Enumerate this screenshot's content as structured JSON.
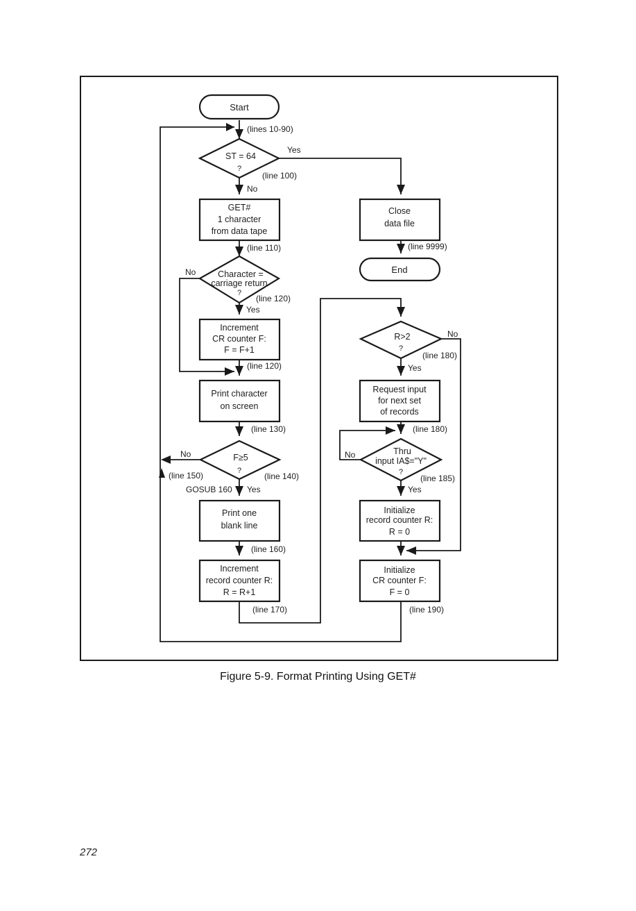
{
  "figure": {
    "caption": "Figure 5-9. Format Printing Using GET#",
    "page_number": "272"
  },
  "nodes": {
    "start": "Start",
    "st_decision": [
      "ST = 64",
      "?"
    ],
    "get_char": [
      "GET#",
      "1 character",
      "from data tape"
    ],
    "cr_decision": [
      "Character =",
      "carriage return",
      "?"
    ],
    "inc_cr": [
      "Increment",
      "CR counter F:",
      "F = F+1"
    ],
    "print_char": [
      "Print character",
      "on screen"
    ],
    "f_decision": [
      "F≥5",
      "?"
    ],
    "print_blank": [
      "Print one",
      "blank line"
    ],
    "inc_rec": [
      "Increment",
      "record counter R:",
      "R = R+1"
    ],
    "close_file": [
      "Close",
      "data file"
    ],
    "end": "End",
    "r_decision": [
      "R>2",
      "?"
    ],
    "request_input": [
      "Request input",
      "for next set",
      "of records"
    ],
    "thru_decision": [
      "Thru",
      "input IA$=\"Y\"",
      "?"
    ],
    "init_r": [
      "Initialize",
      "record counter R:",
      "R = 0"
    ],
    "init_f": [
      "Initialize",
      "CR counter F:",
      "F = 0"
    ]
  },
  "labels": {
    "lines_10_90": "(lines 10-90)",
    "line_100": "(line 100)",
    "yes_st": "Yes",
    "no_st": "No",
    "line_110": "(line 110)",
    "no_cr": "No",
    "line_120a": "(line 120)",
    "yes_cr": "Yes",
    "line_120b": "(line 120)",
    "line_130": "(line 130)",
    "no_f": "No",
    "line_150": "(line 150)",
    "line_140": "(line 140)",
    "gosub_160": "GOSUB 160",
    "yes_f": "Yes",
    "line_160": "(line 160)",
    "line_170": "(line 170)",
    "line_9999": "(line 9999)",
    "no_r": "No",
    "line_180a": "(line 180)",
    "yes_r": "Yes",
    "line_180b": "(line 180)",
    "no_thru": "No",
    "line_185": "(line 185)",
    "yes_thru": "Yes",
    "line_190": "(line 190)"
  }
}
